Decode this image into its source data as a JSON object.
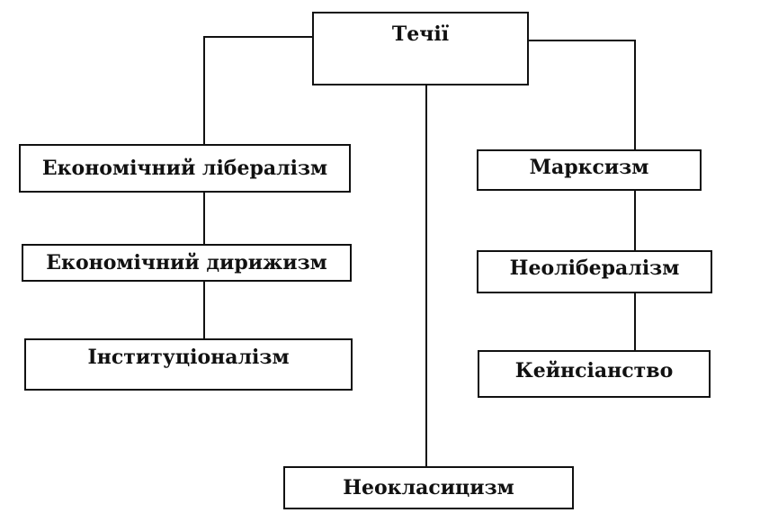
{
  "diagram": {
    "root": {
      "label": "Течії"
    },
    "left_branch": [
      {
        "label": "Економічний лібералізм"
      },
      {
        "label": "Економічний дирижизм"
      },
      {
        "label": "Інституціоналізм"
      }
    ],
    "right_branch": [
      {
        "label": "Марксизм"
      },
      {
        "label": "Неолібералізм"
      },
      {
        "label": "Кейнсіанство"
      }
    ],
    "center_branch": [
      {
        "label": "Неокласицизм"
      }
    ],
    "colors": {
      "line": "#111111",
      "box_border": "#111111",
      "background": "#ffffff",
      "text": "#111111"
    }
  }
}
